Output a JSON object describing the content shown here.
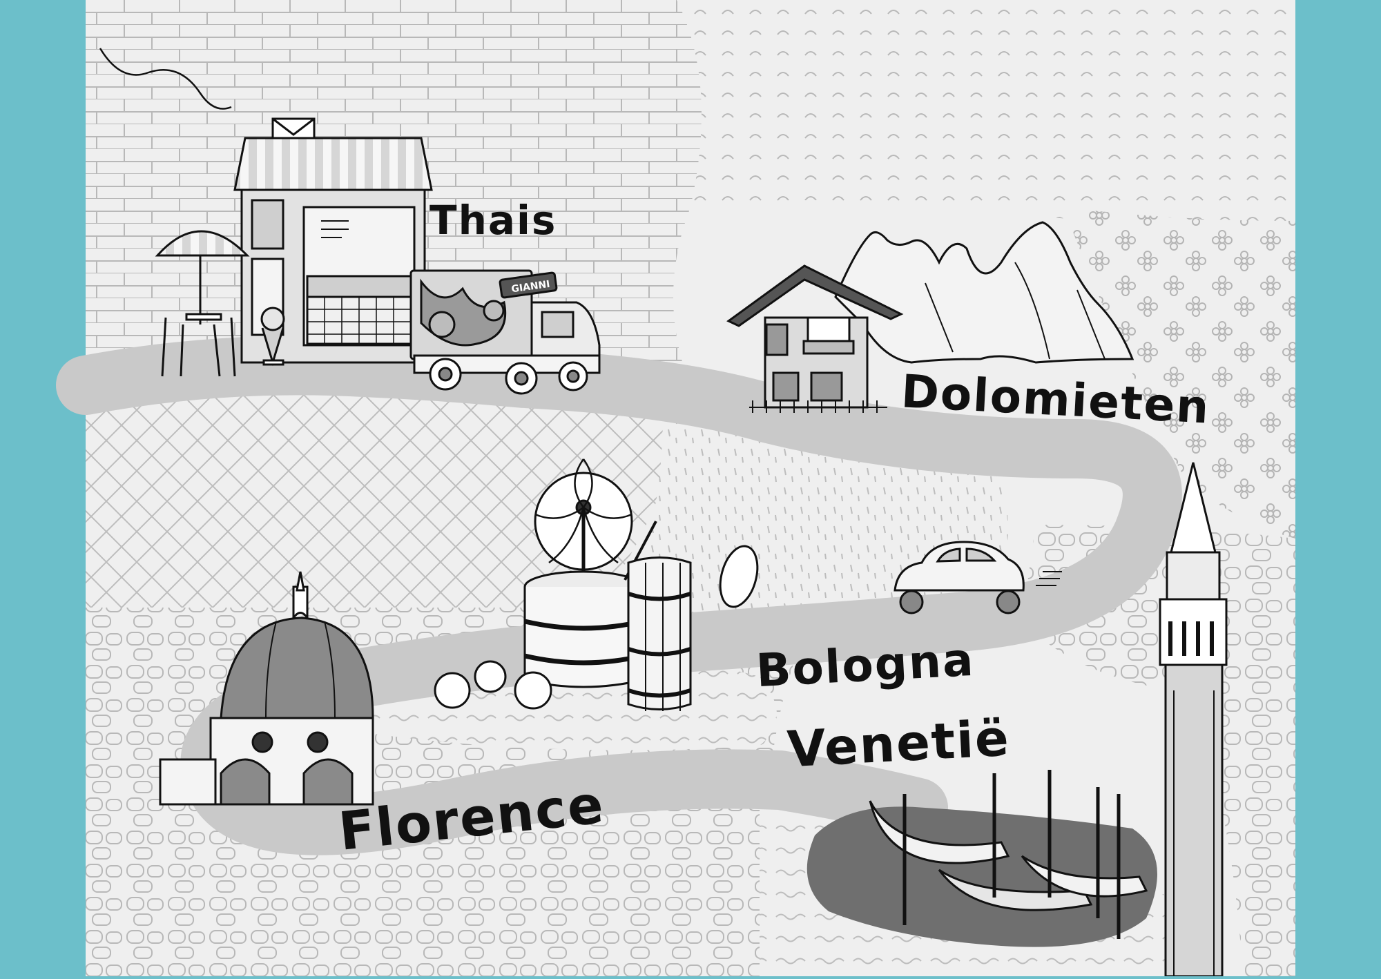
{
  "map": {
    "colors": {
      "frame": "#6cbfca",
      "paper": "#efefef",
      "road": "#c9c9c9",
      "ink": "#111111",
      "texture": "#b4b4b4",
      "water": "#6f6f6f",
      "dome": "#8a8a8a"
    },
    "labels": {
      "home": "Thais",
      "dolomites": "Dolomieten",
      "bologna": "Bologna",
      "venice": "Venetië",
      "florence": "Florence"
    },
    "truck_brand": "GIANNI",
    "icons": {
      "shop": "ice-cream-shop",
      "truck": "delivery-truck",
      "chalet": "alpine-chalet",
      "mountains": "mountain-peaks",
      "car": "vintage-car",
      "machine": "ice-cream-machine",
      "tower": "campanile-tower",
      "gondolas": "gondolas",
      "dome": "cathedral-dome"
    }
  }
}
